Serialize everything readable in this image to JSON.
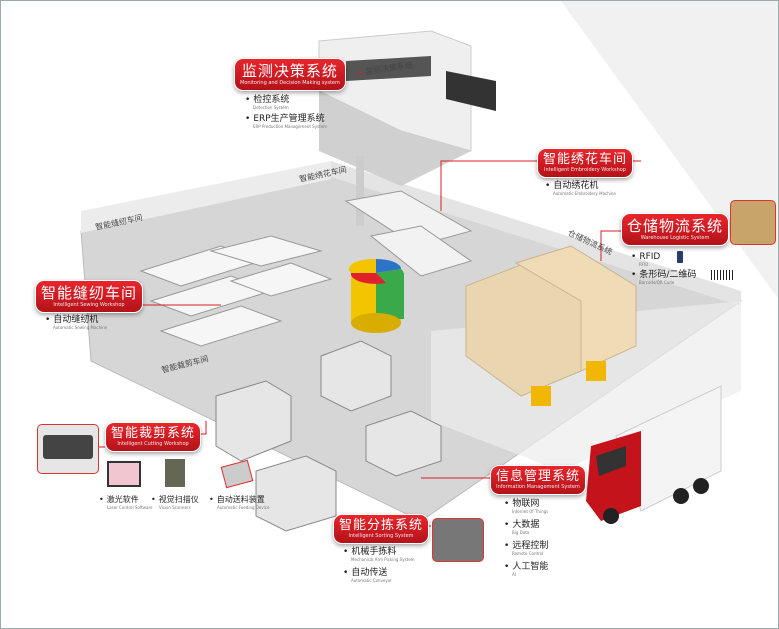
{
  "callouts": {
    "monitoring": {
      "zh": "监测决策系统",
      "en": "Monitoring and Decision Making system",
      "items": [
        {
          "zh": "检控系统",
          "en": "Detection System"
        },
        {
          "zh": "ERP生产管理系统",
          "en": "ERP Production Management System"
        }
      ]
    },
    "embroidery": {
      "zh": "智能绣花车间",
      "en": "Intelligent Embroidery Workshop",
      "items": [
        {
          "zh": "自动绣花机",
          "en": "Automatic Embroidery Machine"
        }
      ]
    },
    "warehouse": {
      "zh": "仓储物流系统",
      "en": "Warehouse Logistic System",
      "items": [
        {
          "zh": "RFID",
          "en": "RFID"
        },
        {
          "zh": "条形码/二维码",
          "en": "Barcode/QR Code"
        }
      ]
    },
    "sewing": {
      "zh": "智能缝纫车间",
      "en": "Intelligent Sewing Workshop",
      "items": [
        {
          "zh": "自动缝纫机",
          "en": "Automatic Sewing Machine"
        }
      ]
    },
    "cutting": {
      "zh": "智能裁剪系统",
      "en": "Intelligent Cutting Workshop",
      "items": [
        {
          "zh": "激光软件",
          "en": "Laser Control Software"
        },
        {
          "zh": "视觉扫描仪",
          "en": "Vision Scanners"
        },
        {
          "zh": "自动送料装置",
          "en": "Automatic Feeding Device"
        }
      ]
    },
    "sorting": {
      "zh": "智能分拣系统",
      "en": "Intelligent Sorting System",
      "items": [
        {
          "zh": "机械手拣料",
          "en": "Mechanical Arm Picking System"
        },
        {
          "zh": "自动传送",
          "en": "Automatic Conveyor"
        }
      ]
    },
    "info": {
      "zh": "信息管理系统",
      "en": "Information Management System",
      "items": [
        {
          "zh": "物联网",
          "en": "Internet Of Things"
        },
        {
          "zh": "大数据",
          "en": "Big Data"
        },
        {
          "zh": "远程控制",
          "en": "Remote Control"
        },
        {
          "zh": "人工智能",
          "en": "AI"
        }
      ]
    }
  },
  "floor_labels": {
    "monitoring": "监测决策系统",
    "embroidery": "智能绣花车间",
    "sewing": "智能缝纫车间",
    "warehouse": "仓储物流系统",
    "cutting": "智能裁剪车间"
  },
  "colors": {
    "accent": "#d81e26",
    "floor": "#d9d9d9",
    "wall": "#eeeeee"
  }
}
